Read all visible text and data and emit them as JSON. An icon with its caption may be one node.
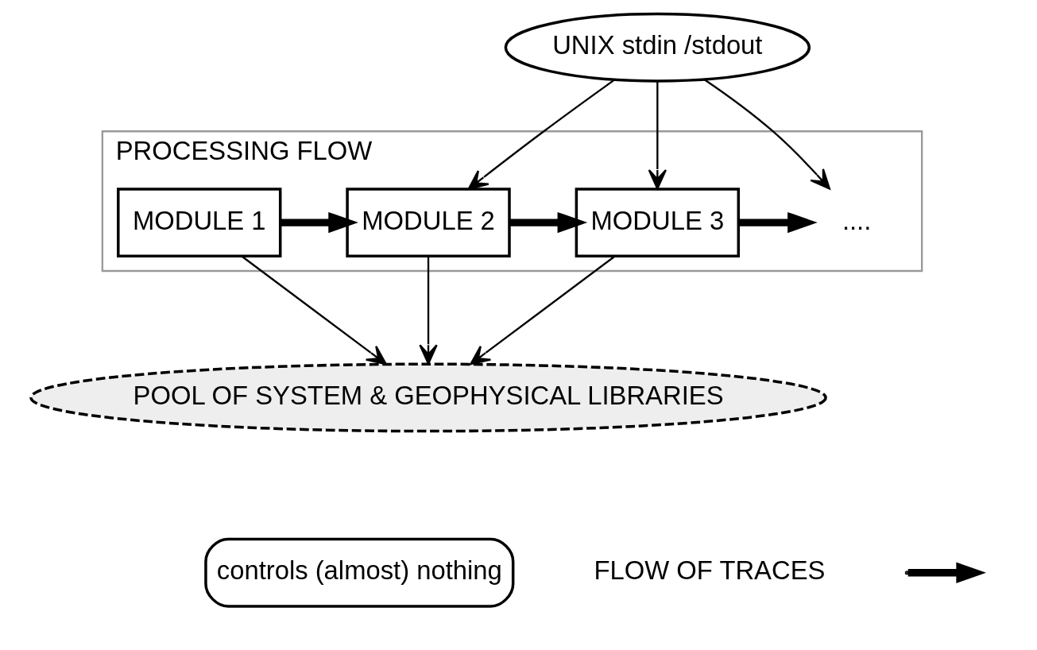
{
  "diagram": {
    "nodes": [
      {
        "text": [
          "UNIX stdin /stdout"
        ]
      },
      {
        "text": [
          "PROCESSING FLOW"
        ]
      },
      {
        "text": [
          "MODULE 1"
        ],
        "in": 1
      },
      {
        "text": [
          "MODULE 2"
        ],
        "in": 1
      },
      {
        "text": [
          "MODULE 3"
        ],
        "in": 1
      },
      {
        "text": [
          "...."
        ],
        "in": 1
      },
      {
        "text": [
          "POOL OF SYSTEM & GEOPHYSICAL LIBRARIES"
        ]
      }
    ],
    "edges": [
      {
        "from": 0,
        "to": 3,
        "arrow": "to"
      },
      {
        "from": 0,
        "to": 4,
        "arrow": "to"
      },
      {
        "from": 0,
        "to": 5,
        "arrow": "to"
      },
      {
        "from": 2,
        "to": 3,
        "arrow": "to",
        "style": "thick"
      },
      {
        "from": 3,
        "to": 4,
        "arrow": "to",
        "style": "thick"
      },
      {
        "from": 4,
        "to": 5,
        "arrow": "to",
        "style": "thick"
      },
      {
        "from": 2,
        "to": 6,
        "arrow": "to"
      },
      {
        "from": 3,
        "to": 6,
        "arrow": "to"
      },
      {
        "from": 4,
        "to": 6,
        "arrow": "to"
      }
    ],
    "labels": [
      "controls (almost) nothing"
    ],
    "legend": [
      {
        "text": "FLOW OF TRACES"
      }
    ]
  }
}
